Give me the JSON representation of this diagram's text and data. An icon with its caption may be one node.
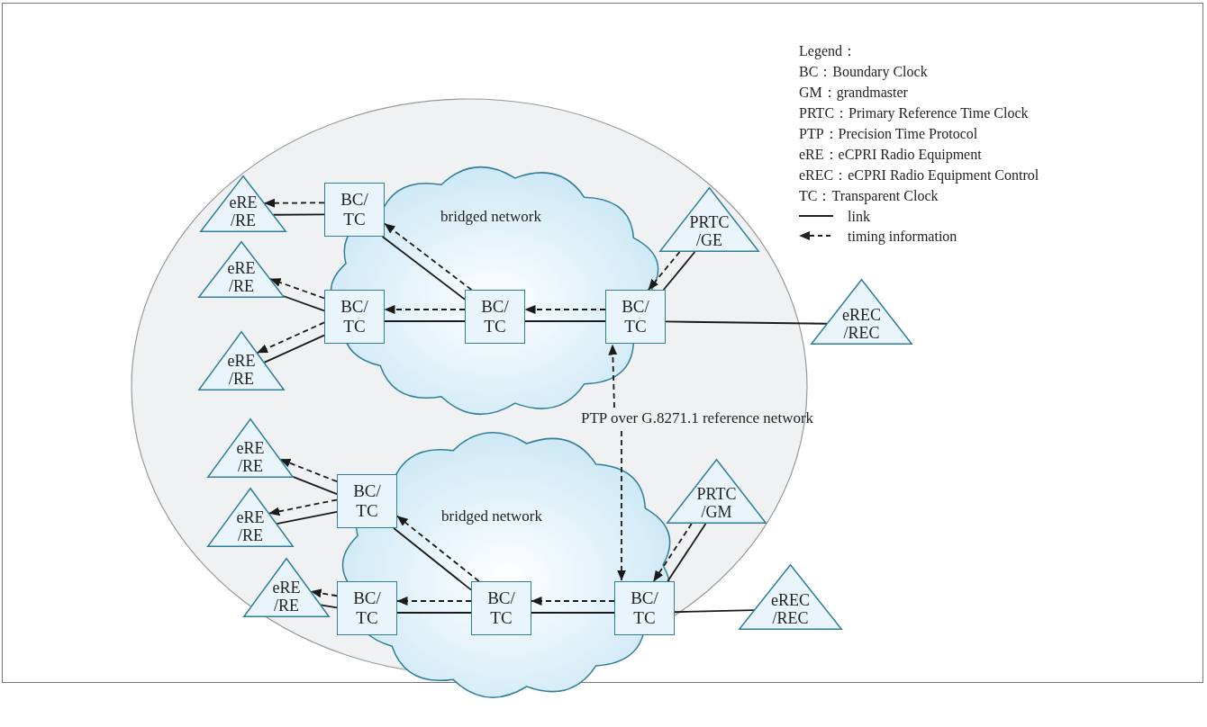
{
  "diagram": {
    "nodes": [
      {
        "text": [
          "bridged network"
        ]
      },
      {
        "text": [
          "eRE /RE"
        ]
      },
      {
        "text": [
          "BC/ TC"
        ],
        "in": 0
      },
      {
        "text": [
          "PRTC /GE"
        ]
      },
      {
        "text": [
          "eRE /RE"
        ]
      },
      {
        "text": [
          "BC/ TC"
        ],
        "in": 0
      },
      {
        "text": [
          "BC/ TC"
        ],
        "in": 0
      },
      {
        "text": [
          "BC/ TC"
        ],
        "in": 0
      },
      {
        "text": [
          "eREC /REC"
        ]
      },
      {
        "text": [
          "eRE /RE"
        ]
      },
      {
        "text": [
          "PTP over G.8271.1 reference network"
        ]
      },
      {
        "text": [
          "bridged network"
        ]
      },
      {
        "text": [
          "eRE /RE"
        ]
      },
      {
        "text": [
          "BC/ TC"
        ],
        "in": 11
      },
      {
        "text": [
          "PRTC /GM"
        ]
      },
      {
        "text": [
          "eRE /RE"
        ]
      },
      {
        "text": [
          "eRE /RE"
        ]
      },
      {
        "text": [
          "BC/ TC"
        ],
        "in": 11
      },
      {
        "text": [
          "BC/ TC"
        ],
        "in": 11
      },
      {
        "text": [
          "BC/ TC"
        ],
        "in": 11
      },
      {
        "text": [
          "eREC /REC"
        ]
      }
    ],
    "edges": [
      {
        "from": 2,
        "to": 1,
        "arrow": "to",
        "style": "dashed"
      },
      {
        "from": 1,
        "to": 2,
        "arrow": "none"
      },
      {
        "from": 6,
        "to": 2,
        "arrow": "to",
        "style": "dashed"
      },
      {
        "from": 2,
        "to": 6,
        "arrow": "none"
      },
      {
        "from": 5,
        "to": 4,
        "arrow": "to",
        "style": "dashed"
      },
      {
        "from": 4,
        "to": 5,
        "arrow": "none"
      },
      {
        "from": 5,
        "to": 9,
        "arrow": "to",
        "style": "dashed"
      },
      {
        "from": 9,
        "to": 5,
        "arrow": "none"
      },
      {
        "from": 6,
        "to": 5,
        "arrow": "to",
        "style": "dashed"
      },
      {
        "from": 5,
        "to": 6,
        "arrow": "none"
      },
      {
        "from": 7,
        "to": 6,
        "arrow": "to",
        "style": "dashed"
      },
      {
        "from": 6,
        "to": 7,
        "arrow": "none"
      },
      {
        "from": 3,
        "to": 7,
        "arrow": "to",
        "style": "dashed"
      },
      {
        "from": 3,
        "to": 7,
        "arrow": "none"
      },
      {
        "from": 7,
        "to": 8,
        "arrow": "none"
      },
      {
        "from": 10,
        "to": 7,
        "arrow": "to",
        "style": "dashed"
      },
      {
        "from": 13,
        "to": 12,
        "arrow": "to",
        "style": "dashed"
      },
      {
        "from": 12,
        "to": 13,
        "arrow": "none"
      },
      {
        "from": 13,
        "to": 15,
        "arrow": "to",
        "style": "dashed"
      },
      {
        "from": 15,
        "to": 13,
        "arrow": "none"
      },
      {
        "from": 17,
        "to": 16,
        "arrow": "to",
        "style": "dashed"
      },
      {
        "from": 16,
        "to": 17,
        "arrow": "none"
      },
      {
        "from": 18,
        "to": 13,
        "arrow": "to",
        "style": "dashed"
      },
      {
        "from": 13,
        "to": 18,
        "arrow": "none"
      },
      {
        "from": 18,
        "to": 17,
        "arrow": "to",
        "style": "dashed"
      },
      {
        "from": 17,
        "to": 18,
        "arrow": "none"
      },
      {
        "from": 19,
        "to": 18,
        "arrow": "to",
        "style": "dashed"
      },
      {
        "from": 18,
        "to": 19,
        "arrow": "none"
      },
      {
        "from": 14,
        "to": 19,
        "arrow": "to",
        "style": "dashed"
      },
      {
        "from": 14,
        "to": 19,
        "arrow": "none"
      },
      {
        "from": 19,
        "to": 20,
        "arrow": "none"
      },
      {
        "from": 10,
        "to": 19,
        "arrow": "to",
        "style": "dashed"
      }
    ],
    "labels": [
      "Legend：",
      "BC：Boundary Clock",
      "GM：grandmaster",
      "PRTC：Primary Reference Time Clock",
      "PTP：Precision Time Protocol",
      "eRE：eCPRI Radio Equipment",
      "eREC：eCPRI Radio Equipment Control",
      "TC：Transparent Clock"
    ],
    "legend": [
      {
        "text": "link"
      },
      {
        "text": "timing information"
      }
    ]
  }
}
